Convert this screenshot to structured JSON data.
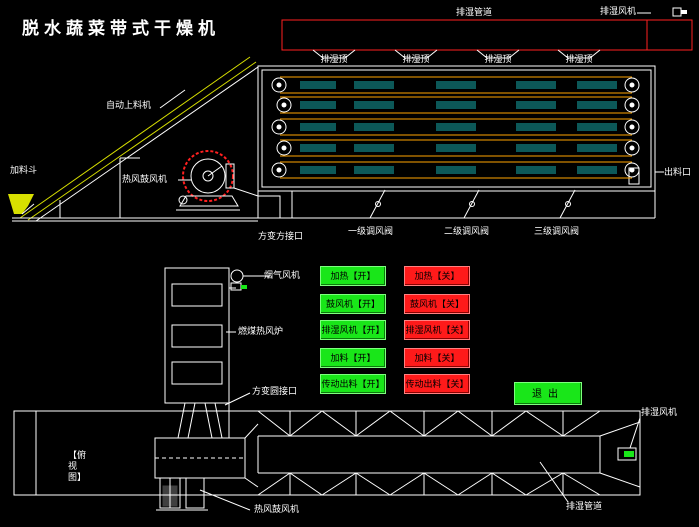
{
  "title": "脱水蔬菜带式干燥机",
  "top_labels": {
    "exhaust_duct": "排湿管道",
    "exhaust_fan": "排湿风机",
    "vent_label": "排湿顶",
    "auto_feeder": "自动上料机",
    "hopper": "加料斗",
    "hot_air_blower": "热风鼓风机",
    "outlet": "出料口",
    "square_round_joint": "方变方接口",
    "damper1": "一级调风阀",
    "damper2": "二级调风阀",
    "damper3": "三级调风阀"
  },
  "bottom_labels": {
    "flue_fan": "烟气风机",
    "coal_furnace": "燃煤热风炉",
    "square_round_joint": "方变圆接口",
    "side_view": "【俯视图】",
    "hot_air_blower": "热风鼓风机",
    "exhaust_duct": "排湿管道",
    "exhaust_fan": "排湿风机"
  },
  "controls": [
    {
      "on": "加热【开】",
      "off": "加热【关】"
    },
    {
      "on": "鼓风机【开】",
      "off": "鼓风机【关】"
    },
    {
      "on": "排湿风机【开】",
      "off": "排湿风机【关】"
    },
    {
      "on": "加料【开】",
      "off": "加料【关】"
    },
    {
      "on": "传动出料【开】",
      "off": "传动出料【关】"
    }
  ],
  "exit_label": "退出",
  "colors": {
    "outline": "#ffffff",
    "duct_red": "#ff2020",
    "belt_orange": "#ffa500",
    "hot_green": "#19e619",
    "conveyor_yellow": "#d8e000",
    "louver_teal": "#18b0b0",
    "button_on": "#19e619",
    "button_off": "#ff1a1a"
  }
}
